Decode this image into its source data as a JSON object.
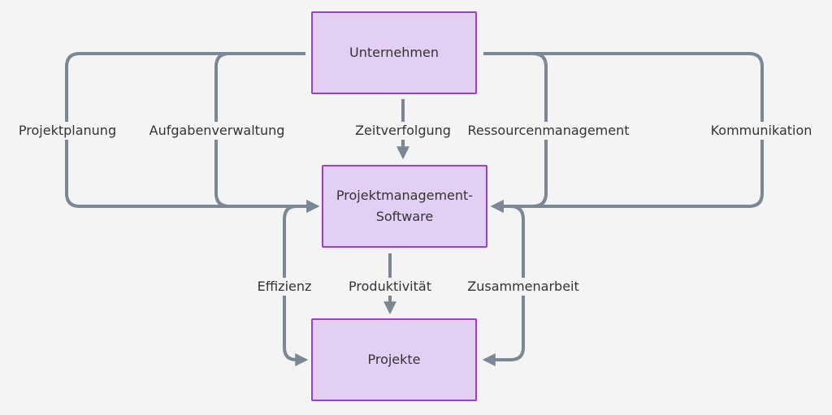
{
  "nodes": {
    "unternehmen": "Unternehmen",
    "software": "Projektmanagement-\nSoftware",
    "projekte": "Projekte"
  },
  "edges": {
    "projektplanung": "Projektplanung",
    "aufgabenverwaltung": "Aufgabenverwaltung",
    "zeitverfolgung": "Zeitverfolgung",
    "ressourcenmanagement": "Ressourcenmanagement",
    "kommunikation": "Kommunikation",
    "effizienz": "Effizienz",
    "produktivitaet": "Produktivität",
    "zusammenarbeit": "Zusammenarbeit"
  },
  "colors": {
    "node_fill": "#e4cff4",
    "node_border": "#9b3fd0",
    "edge": "#7b8794",
    "background": "#f4f4f4"
  }
}
